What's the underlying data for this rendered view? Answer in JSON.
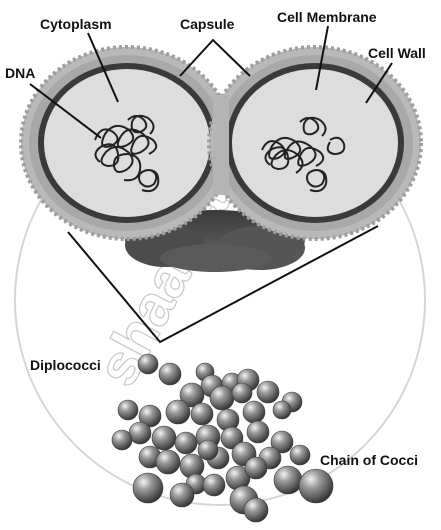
{
  "labels": {
    "cytoplasm": "Cytoplasm",
    "capsule": "Capsule",
    "cell_membrane": "Cell Membrane",
    "cell_wall": "Cell Wall",
    "dna": "DNA",
    "diplococci": "Diplococci",
    "chain_of_cocci": "Chain of Cocci"
  },
  "watermark": "shaalaa.com",
  "colors": {
    "capsule": "#b9b9b9",
    "cell_wall": "#a6a6a6",
    "cytoplasm": "#dddddd",
    "membrane": "#3a3a3a",
    "dna": "#222222",
    "sphere": "#8a8a8a"
  }
}
